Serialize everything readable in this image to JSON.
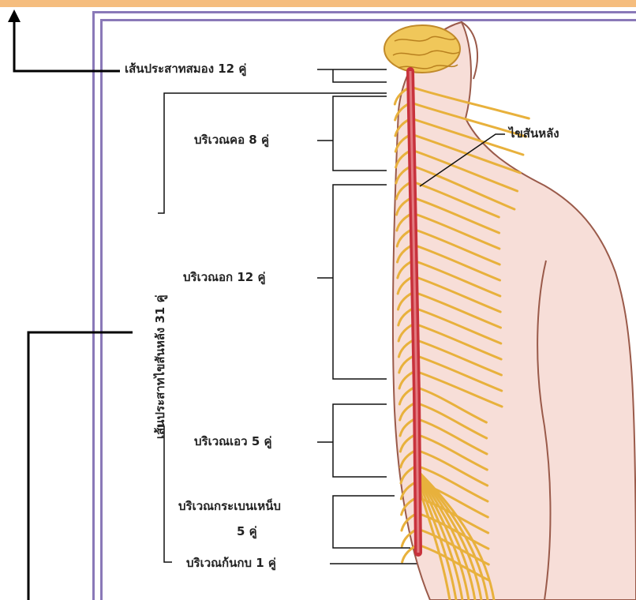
{
  "colors": {
    "top_bar": "#f5bd7e",
    "frame": "#8a79b8",
    "skin": "#f7ded8",
    "skin_outline": "#9a5a4a",
    "nerve": "#e8b13c",
    "spinal_cord": "#c8323c",
    "brain": "#f0c75a"
  },
  "labels": {
    "cranial": "เส้นประสาทสมอง 12 คู่",
    "spinal_cord": "ไขสันหลัง",
    "spinal_nerves": "เส้นประสาทไขสันหลัง 31 คู่",
    "cervical": "บริเวณคอ 8 คู่",
    "thoracic": "บริเวณอก 12 คู่",
    "lumbar": "บริเวณเอว 5 คู่",
    "sacral_1": "บริเวณกระเบนเหน็บ",
    "sacral_2": "5 คู่",
    "coccygeal": "บริเวณก้นกบ 1 คู่"
  }
}
